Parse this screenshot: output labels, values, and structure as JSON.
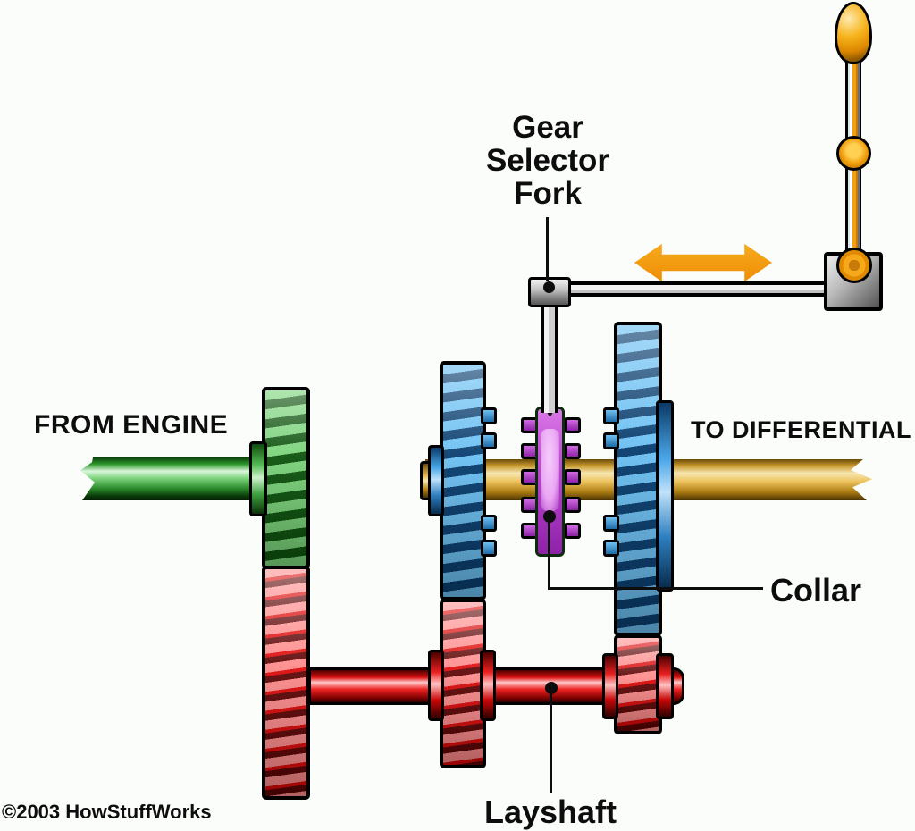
{
  "labels": {
    "gear_selector_fork_lines": [
      "Gear",
      "Selector",
      "Fork"
    ],
    "from_engine": "FROM ENGINE",
    "to_differential": "TO DIFFERENTIAL",
    "collar": "Collar",
    "layshaft": "Layshaft",
    "copyright": "©2003 HowStuffWorks"
  },
  "colors": {
    "background": "#fbfdfa",
    "input_shaft_green": "#3faa3f",
    "output_shaft_yellow": "#e8bb4e",
    "layshaft_red": "#d90f0f",
    "gear_blue": "#3d9ade",
    "collar_purple": "#bb43cf",
    "selector_orange": "#f2a012",
    "linkage_gray": "#9a9a9a",
    "label_text": "#0d0d0d"
  }
}
